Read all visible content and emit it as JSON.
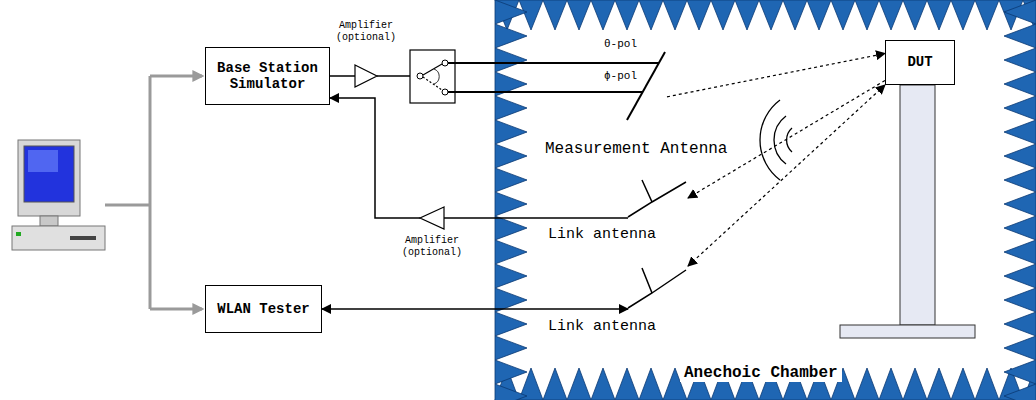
{
  "diagram": {
    "nodes": [
      {
        "text": [
          "Base Station Simulator"
        ]
      },
      {
        "text": [
          "WLAN Tester"
        ]
      },
      {
        "text": [
          "Amplifier (optional)"
        ]
      },
      {
        "text": [
          "Amplifier (optional)"
        ]
      },
      {
        "text": [
          "Anechoic Chamber"
        ]
      },
      {
        "text": [
          "Measurement Antenna"
        ],
        "in": 4
      },
      {
        "text": [
          "Link antenna"
        ],
        "in": 4
      },
      {
        "text": [
          "Link antenna"
        ],
        "in": 4
      },
      {
        "text": [
          "DUT"
        ],
        "in": 4
      }
    ],
    "edges": [
      {
        "from": 0,
        "to": 2,
        "arrow": "none"
      },
      {
        "from": 6,
        "to": 3,
        "arrow": "none"
      },
      {
        "from": 3,
        "to": 0,
        "arrow": "to"
      },
      {
        "from": 1,
        "to": 7,
        "arrow": "both"
      },
      {
        "from": 5,
        "to": 8,
        "arrow": "to"
      },
      {
        "from": 8,
        "to": 6,
        "arrow": "to"
      },
      {
        "from": 7,
        "to": 8,
        "arrow": "both"
      }
    ],
    "labels": [
      "θ-pol",
      "ϕ-pol"
    ]
  }
}
